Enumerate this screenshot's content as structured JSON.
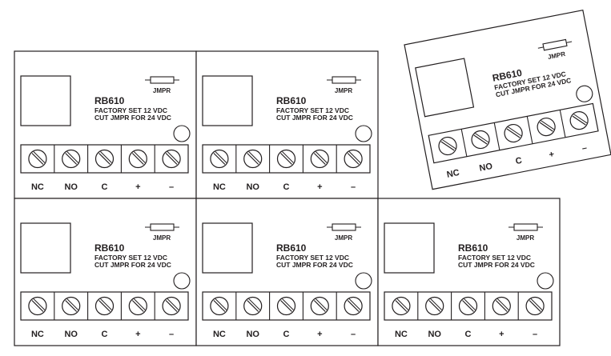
{
  "board": {
    "model": "RB610",
    "line1": "FACTORY SET 12 VDC",
    "line2": "CUT JMPR FOR 24 VDC",
    "jumper_label": "JMPR"
  },
  "terminals": [
    "NC",
    "NO",
    "C",
    "+",
    "–"
  ],
  "colors": {
    "line": "#231f20",
    "background": "#ffffff",
    "screw_fill": "#ffffff"
  },
  "boards": [
    {
      "id": "board-top-left"
    },
    {
      "id": "board-top-middle"
    },
    {
      "id": "board-top-right-rotated"
    },
    {
      "id": "board-bottom-left"
    },
    {
      "id": "board-bottom-middle"
    },
    {
      "id": "board-bottom-right"
    }
  ]
}
